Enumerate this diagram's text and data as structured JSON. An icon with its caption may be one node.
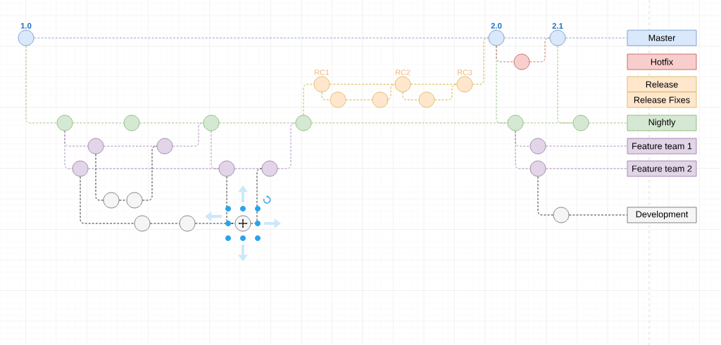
{
  "diagram": {
    "nodes": [
      {
        "text": [],
        "shape": "circle",
        "beside": [
          "1.0"
        ]
      },
      {
        "text": [],
        "shape": "circle",
        "beside": [
          "2.0"
        ]
      },
      {
        "text": [],
        "shape": "circle",
        "beside": [
          "2.1"
        ]
      },
      {
        "text": [],
        "shape": "circle"
      },
      {
        "text": [],
        "shape": "circle",
        "beside": [
          "RC1"
        ]
      },
      {
        "text": [],
        "shape": "circle"
      },
      {
        "text": [],
        "shape": "circle"
      },
      {
        "text": [],
        "shape": "circle",
        "beside": [
          "RC2"
        ]
      },
      {
        "text": [],
        "shape": "circle"
      },
      {
        "text": [],
        "shape": "circle",
        "beside": [
          "RC3"
        ]
      },
      {
        "text": [],
        "shape": "circle"
      },
      {
        "text": [],
        "shape": "circle"
      },
      {
        "text": [],
        "shape": "circle"
      },
      {
        "text": [],
        "shape": "circle"
      },
      {
        "text": [],
        "shape": "circle"
      },
      {
        "text": [],
        "shape": "circle"
      },
      {
        "text": [],
        "shape": "circle"
      },
      {
        "text": [],
        "shape": "circle"
      },
      {
        "text": [],
        "shape": "circle"
      },
      {
        "text": [],
        "shape": "circle"
      },
      {
        "text": [],
        "shape": "circle"
      },
      {
        "text": [],
        "shape": "circle"
      },
      {
        "text": [],
        "shape": "circle"
      },
      {
        "text": [],
        "shape": "circle"
      },
      {
        "text": [],
        "shape": "circle"
      },
      {
        "text": [],
        "shape": "circle"
      },
      {
        "text": [],
        "shape": "circle"
      },
      {
        "text": [],
        "shape": "circle"
      },
      {
        "text": [],
        "shape": "circle"
      },
      {
        "text": [
          "Master"
        ]
      },
      {
        "text": [
          "Hotfix"
        ]
      },
      {
        "text": [
          "Release"
        ]
      },
      {
        "text": [
          "Release Fixes"
        ]
      },
      {
        "text": [
          "Nightly"
        ]
      },
      {
        "text": [
          "Feature team 1"
        ]
      },
      {
        "text": [
          "Feature team 2"
        ]
      },
      {
        "text": [
          "Development"
        ]
      }
    ],
    "edges": [
      {
        "from": 0,
        "to": 1,
        "arrow": "none",
        "color": "#6c8ebf"
      },
      {
        "from": 1,
        "to": 2,
        "arrow": "none",
        "color": "#6c8ebf"
      },
      {
        "from": 2,
        "to": 29,
        "arrow": "none",
        "color": "#6c8ebf"
      },
      {
        "from": 0,
        "to": 10,
        "arrow": "none",
        "color": "#82b366"
      },
      {
        "from": 10,
        "to": 11,
        "arrow": "none",
        "color": "#82b366"
      },
      {
        "from": 11,
        "to": 12,
        "arrow": "none",
        "color": "#82b366"
      },
      {
        "from": 12,
        "to": 13,
        "arrow": "none",
        "color": "#82b366"
      },
      {
        "from": 13,
        "to": 14,
        "arrow": "none",
        "color": "#82b366"
      },
      {
        "from": 14,
        "to": 15,
        "arrow": "none",
        "color": "#82b366"
      },
      {
        "from": 15,
        "to": 33,
        "arrow": "none",
        "color": "#82b366"
      },
      {
        "from": 1,
        "to": 14,
        "arrow": "none",
        "color": "#82b366"
      },
      {
        "from": 2,
        "to": 15,
        "arrow": "none",
        "color": "#82b366"
      },
      {
        "from": 10,
        "to": 16,
        "arrow": "none"
      },
      {
        "from": 10,
        "to": 19,
        "arrow": "none"
      },
      {
        "from": 16,
        "to": 17,
        "arrow": "none"
      },
      {
        "from": 17,
        "to": 12,
        "arrow": "none"
      },
      {
        "from": 12,
        "to": 20,
        "arrow": "none"
      },
      {
        "from": 19,
        "to": 20,
        "arrow": "none"
      },
      {
        "from": 20,
        "to": 21,
        "arrow": "none"
      },
      {
        "from": 21,
        "to": 13,
        "arrow": "none"
      },
      {
        "from": 14,
        "to": 18,
        "arrow": "none"
      },
      {
        "from": 14,
        "to": 22,
        "arrow": "none"
      },
      {
        "from": 18,
        "to": 34,
        "arrow": "none"
      },
      {
        "from": 22,
        "to": 35,
        "arrow": "none"
      },
      {
        "from": 16,
        "to": 23,
        "arrow": "none",
        "color": "#000000"
      },
      {
        "from": 23,
        "to": 24,
        "arrow": "none",
        "color": "#000000"
      },
      {
        "from": 24,
        "to": 17,
        "arrow": "none",
        "color": "#000000"
      },
      {
        "from": 19,
        "to": 25,
        "arrow": "none",
        "color": "#000000"
      },
      {
        "from": 25,
        "to": 26,
        "arrow": "none",
        "color": "#000000"
      },
      {
        "from": 26,
        "to": 27,
        "arrow": "none",
        "color": "#000000"
      },
      {
        "from": 20,
        "to": 27,
        "arrow": "none",
        "color": "#000000"
      },
      {
        "from": 27,
        "to": 21,
        "arrow": "none",
        "color": "#000000"
      },
      {
        "from": 22,
        "to": 28,
        "arrow": "none",
        "color": "#000000"
      },
      {
        "from": 28,
        "to": 36,
        "arrow": "none",
        "color": "#000000"
      },
      {
        "from": 13,
        "to": 4,
        "arrow": "none",
        "color": "#d79b00"
      },
      {
        "from": 4,
        "to": 5,
        "arrow": "none",
        "color": "#d79b00"
      },
      {
        "from": 5,
        "to": 6,
        "arrow": "none",
        "color": "#d79b00"
      },
      {
        "from": 6,
        "to": 7,
        "arrow": "none",
        "color": "#d79b00"
      },
      {
        "from": 4,
        "to": 7,
        "arrow": "none",
        "color": "#d79b00"
      },
      {
        "from": 7,
        "to": 8,
        "arrow": "none",
        "color": "#d79b00"
      },
      {
        "from": 8,
        "to": 9,
        "arrow": "none",
        "color": "#d79b00"
      },
      {
        "from": 7,
        "to": 9,
        "arrow": "none",
        "color": "#d79b00"
      },
      {
        "from": 9,
        "to": 1,
        "arrow": "none",
        "color": "#d79b00"
      },
      {
        "from": 1,
        "to": 3,
        "arrow": "none",
        "color": "#b85450"
      },
      {
        "from": 3,
        "to": 2,
        "arrow": "none",
        "color": "#b85450"
      }
    ]
  }
}
